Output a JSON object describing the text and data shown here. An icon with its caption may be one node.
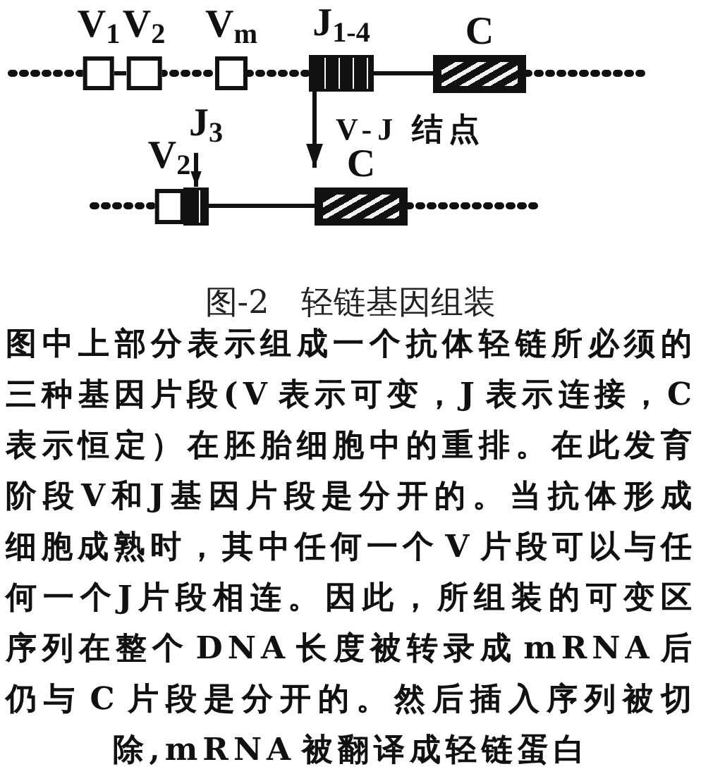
{
  "diagram": {
    "caption": "图-2　轻链基因组装",
    "nodes": [
      {
        "text": [
          "V$_{1}$"
        ]
      },
      {
        "text": [
          "V$_{2}$"
        ]
      },
      {
        "text": [
          "V$_{m}$"
        ]
      },
      {
        "text": [
          "J$_{1-4}$"
        ]
      },
      {
        "text": [
          "C"
        ]
      },
      {
        "text": [
          "J$_{3}$"
        ]
      },
      {
        "text": [
          "V$_{2}$"
        ]
      },
      {
        "text": [],
        "shape": "box"
      },
      {
        "text": [
          "C"
        ]
      }
    ],
    "edges": [
      {
        "from": null,
        "to": 0,
        "arrow": "none",
        "style": "dashed"
      },
      {
        "from": 0,
        "to": 1,
        "arrow": "none"
      },
      {
        "from": 1,
        "to": 2,
        "arrow": "none",
        "style": "dashed"
      },
      {
        "from": 2,
        "to": 3,
        "arrow": "none",
        "style": "dashed"
      },
      {
        "from": 3,
        "to": 4,
        "arrow": "none"
      },
      {
        "from": 4,
        "to": null,
        "arrow": "none",
        "style": "dashed"
      },
      {
        "from": null,
        "to": 6,
        "arrow": "none",
        "style": "dashed"
      },
      {
        "from": 7,
        "to": 8,
        "arrow": "none"
      },
      {
        "from": 8,
        "to": null,
        "arrow": "none",
        "style": "dashed"
      },
      {
        "from": 5,
        "to": 7,
        "arrow": "to"
      },
      {
        "from": 3,
        "to": 8,
        "arrow": "to",
        "label": "V-J 结点"
      }
    ],
    "labels": [
      "图中上部分表示组成一个抗体轻链所必须的三种基因片段(V 表示可变，J 表示连接，C 表示恒定）在胚胎细胞中的重排。在此发育阶段V和J基因片段是分开的。当抗体形成细胞成熟时，其中任何一个 V 片段可以与任何一个J片段相连。因此，所组装的可变区序列在整个 DNA 长度被转录成 mRNA 后仍与 C 片段是分开的。然后插入序列被切除,mRNA 被翻译成轻链蛋白"
    ]
  }
}
